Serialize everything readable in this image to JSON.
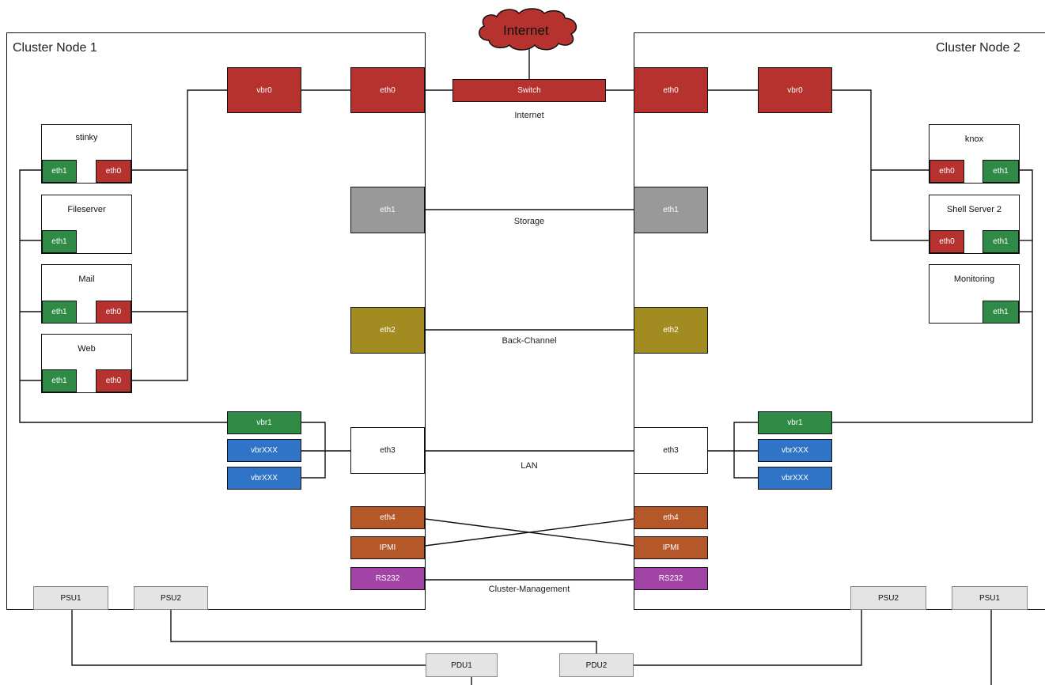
{
  "internet": {
    "label": "Internet"
  },
  "switch": {
    "label": "Switch"
  },
  "networks": {
    "internet": "Internet",
    "storage": "Storage",
    "backchannel": "Back-Channel",
    "lan": "LAN",
    "management": "Cluster-Management"
  },
  "node1": {
    "title": "Cluster Node 1",
    "vbr0": "vbr0",
    "eth0": "eth0",
    "eth1": "eth1",
    "eth2": "eth2",
    "eth3": "eth3",
    "eth4": "eth4",
    "ipmi": "IPMI",
    "rs232": "RS232",
    "vbr1": "vbr1",
    "vbrxxx": [
      "vbrXXX",
      "vbrXXX"
    ],
    "psus": [
      "PSU1",
      "PSU2"
    ],
    "vms": [
      {
        "name": "stinky",
        "ports": [
          "eth1",
          "eth0"
        ]
      },
      {
        "name": "Fileserver",
        "ports": [
          "eth1"
        ]
      },
      {
        "name": "Mail",
        "ports": [
          "eth1",
          "eth0"
        ]
      },
      {
        "name": "Web",
        "ports": [
          "eth1",
          "eth0"
        ]
      }
    ]
  },
  "node2": {
    "title": "Cluster Node 2",
    "vbr0": "vbr0",
    "eth0": "eth0",
    "eth1": "eth1",
    "eth2": "eth2",
    "eth3": "eth3",
    "eth4": "eth4",
    "ipmi": "IPMI",
    "rs232": "RS232",
    "vbr1": "vbr1",
    "vbrxxx": [
      "vbrXXX",
      "vbrXXX"
    ],
    "psus": [
      "PSU2",
      "PSU1"
    ],
    "vms": [
      {
        "name": "knox",
        "ports": [
          "eth0",
          "eth1"
        ]
      },
      {
        "name": "Shell Server 2",
        "ports": [
          "eth0",
          "eth1"
        ]
      },
      {
        "name": "Monitoring",
        "ports": [
          "eth1"
        ]
      }
    ]
  },
  "pdus": [
    "PDU1",
    "PDU2"
  ],
  "colors": {
    "internet": "#b5322e",
    "vm_port_eth1": "#2e8a45",
    "storage": "#999999",
    "backchannel": "#a28c22",
    "vbrxxx": "#2f74c6",
    "eth4": "#b4582a",
    "rs232": "#a244a6",
    "power": "#e4e4e4"
  }
}
